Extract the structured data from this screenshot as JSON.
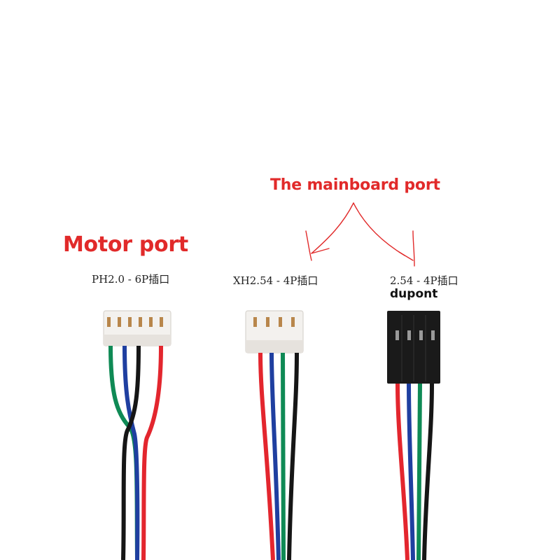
{
  "annotations": {
    "mainboard_title": "The mainboard port",
    "motor_title": "Motor port"
  },
  "connectors": [
    {
      "label": "PH2.0 - 6P插口"
    },
    {
      "label": "XH2.54 - 4P插口"
    },
    {
      "label": "2.54 - 4P插口",
      "sublabel": "dupont"
    }
  ],
  "colors": {
    "annotation_red": "#e12a2a",
    "wire_red": "#e3262e",
    "wire_blue": "#1f3fa0",
    "wire_green": "#0f8a55",
    "wire_black": "#161616",
    "housing_white": "#f3f1ee",
    "housing_black": "#1a1a1a"
  }
}
